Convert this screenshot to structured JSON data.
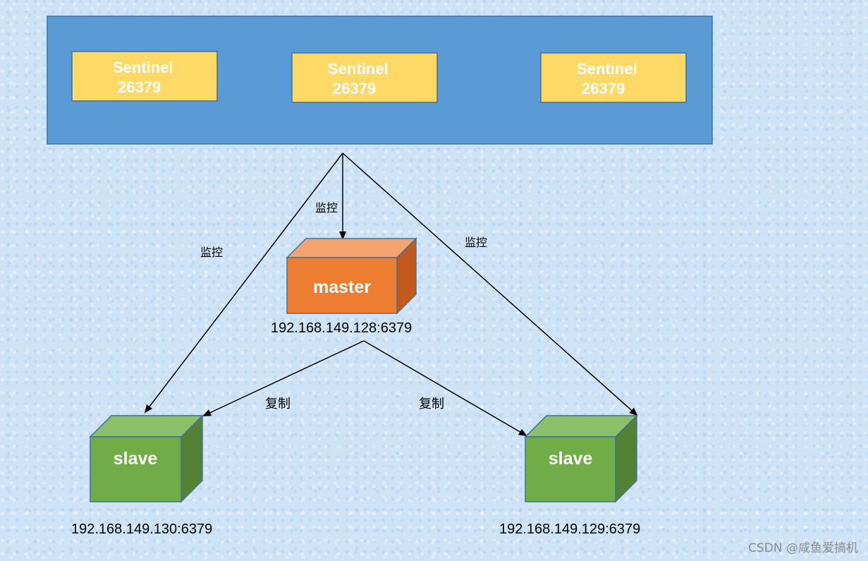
{
  "colors": {
    "sentinel_group_fill": "#5b9bd5",
    "sentinel_fill": "#ffd966",
    "master_front": "#ed7d31",
    "slave_front": "#70ad47"
  },
  "sentinels": [
    {
      "title": "Sentinel",
      "port": "26379"
    },
    {
      "title": "Sentinel",
      "port": "26379"
    },
    {
      "title": "Sentinel",
      "port": "26379"
    }
  ],
  "master": {
    "label": "master",
    "address": "192.168.149.128:6379"
  },
  "slaves": [
    {
      "label": "slave",
      "address": "192.168.149.130:6379"
    },
    {
      "label": "slave",
      "address": "192.168.149.129:6379"
    }
  ],
  "edges": {
    "monitor_label": "监控",
    "replicate_label": "复制"
  },
  "watermark": "CSDN @咸鱼爱搞机"
}
